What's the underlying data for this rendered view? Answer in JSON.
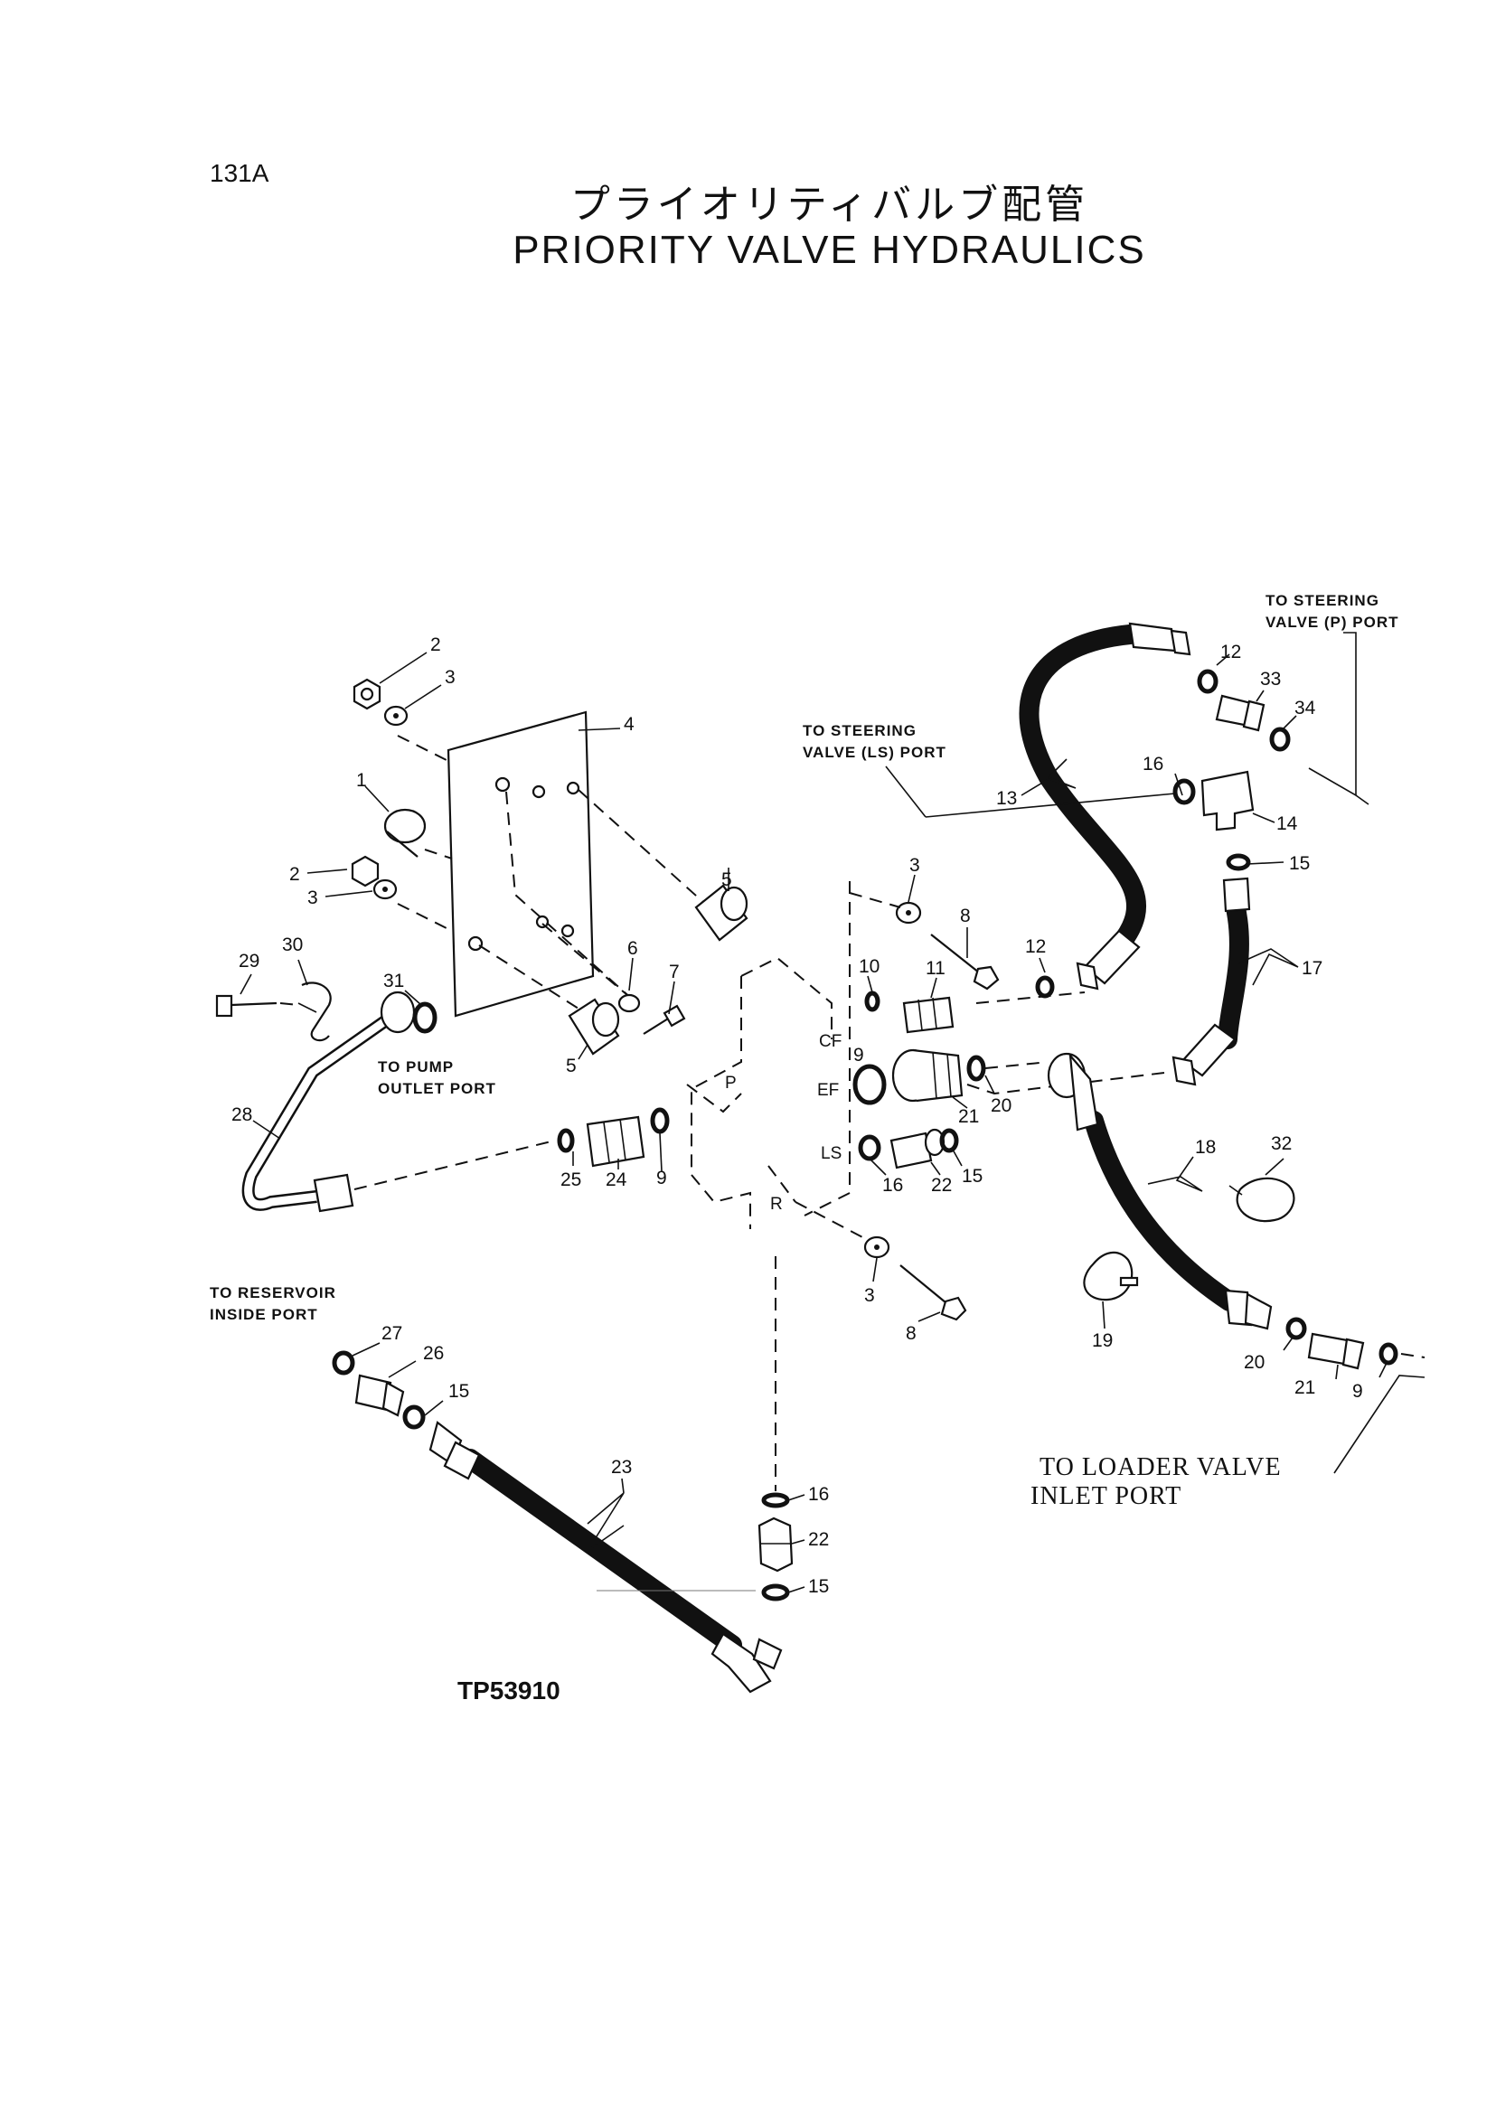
{
  "header": {
    "page_number": "131A",
    "title_japanese": "プライオリティバルブ配管",
    "title_english": "PRIORITY VALVE HYDRAULICS"
  },
  "diagram": {
    "drawing_number": "TP53910",
    "port_labels": {
      "steering_p_line1": "TO STEERING",
      "steering_p_line2": "VALVE (P) PORT",
      "steering_ls_line1": "TO STEERING",
      "steering_ls_line2": "VALVE (LS) PORT",
      "pump_line1": "TO PUMP",
      "pump_line2": "OUTLET PORT",
      "reservoir_line1": "TO RESERVOIR",
      "reservoir_line2": "INSIDE PORT",
      "loader_line1": "TO LOADER VALVE",
      "loader_line2": "INLET PORT"
    },
    "valve_ports": {
      "cf": "CF",
      "ef": "EF",
      "ls": "LS",
      "p": "P",
      "r": "R"
    },
    "callouts": [
      {
        "id": "c2a",
        "text": "2"
      },
      {
        "id": "c3a",
        "text": "3"
      },
      {
        "id": "c4",
        "text": "4"
      },
      {
        "id": "c1",
        "text": "1"
      },
      {
        "id": "c2b",
        "text": "2"
      },
      {
        "id": "c3b",
        "text": "3"
      },
      {
        "id": "c30",
        "text": "30"
      },
      {
        "id": "c29",
        "text": "29"
      },
      {
        "id": "c31",
        "text": "31"
      },
      {
        "id": "c28",
        "text": "28"
      },
      {
        "id": "c5a",
        "text": "5"
      },
      {
        "id": "c5b",
        "text": "5"
      },
      {
        "id": "c6",
        "text": "6"
      },
      {
        "id": "c7",
        "text": "7"
      },
      {
        "id": "c25",
        "text": "25"
      },
      {
        "id": "c24",
        "text": "24"
      },
      {
        "id": "c9a",
        "text": "9"
      },
      {
        "id": "c3c",
        "text": "3"
      },
      {
        "id": "c8a",
        "text": "8"
      },
      {
        "id": "c10",
        "text": "10"
      },
      {
        "id": "c11",
        "text": "11"
      },
      {
        "id": "c9b",
        "text": "9"
      },
      {
        "id": "c21a",
        "text": "21"
      },
      {
        "id": "c20a",
        "text": "20"
      },
      {
        "id": "c16a",
        "text": "16"
      },
      {
        "id": "c22a",
        "text": "22"
      },
      {
        "id": "c15a",
        "text": "15"
      },
      {
        "id": "c3d",
        "text": "3"
      },
      {
        "id": "c8b",
        "text": "8"
      },
      {
        "id": "c13",
        "text": "13"
      },
      {
        "id": "c12a",
        "text": "12"
      },
      {
        "id": "c12b",
        "text": "12"
      },
      {
        "id": "c33",
        "text": "33"
      },
      {
        "id": "c34",
        "text": "34"
      },
      {
        "id": "c16b",
        "text": "16"
      },
      {
        "id": "c14",
        "text": "14"
      },
      {
        "id": "c15b",
        "text": "15"
      },
      {
        "id": "c17",
        "text": "17"
      },
      {
        "id": "c32",
        "text": "32"
      },
      {
        "id": "c18",
        "text": "18"
      },
      {
        "id": "c19",
        "text": "19"
      },
      {
        "id": "c20b",
        "text": "20"
      },
      {
        "id": "c21b",
        "text": "21"
      },
      {
        "id": "c9c",
        "text": "9"
      },
      {
        "id": "c27",
        "text": "27"
      },
      {
        "id": "c26",
        "text": "26"
      },
      {
        "id": "c15c",
        "text": "15"
      },
      {
        "id": "c23",
        "text": "23"
      },
      {
        "id": "c16c",
        "text": "16"
      },
      {
        "id": "c22b",
        "text": "22"
      },
      {
        "id": "c15d",
        "text": "15"
      }
    ]
  }
}
